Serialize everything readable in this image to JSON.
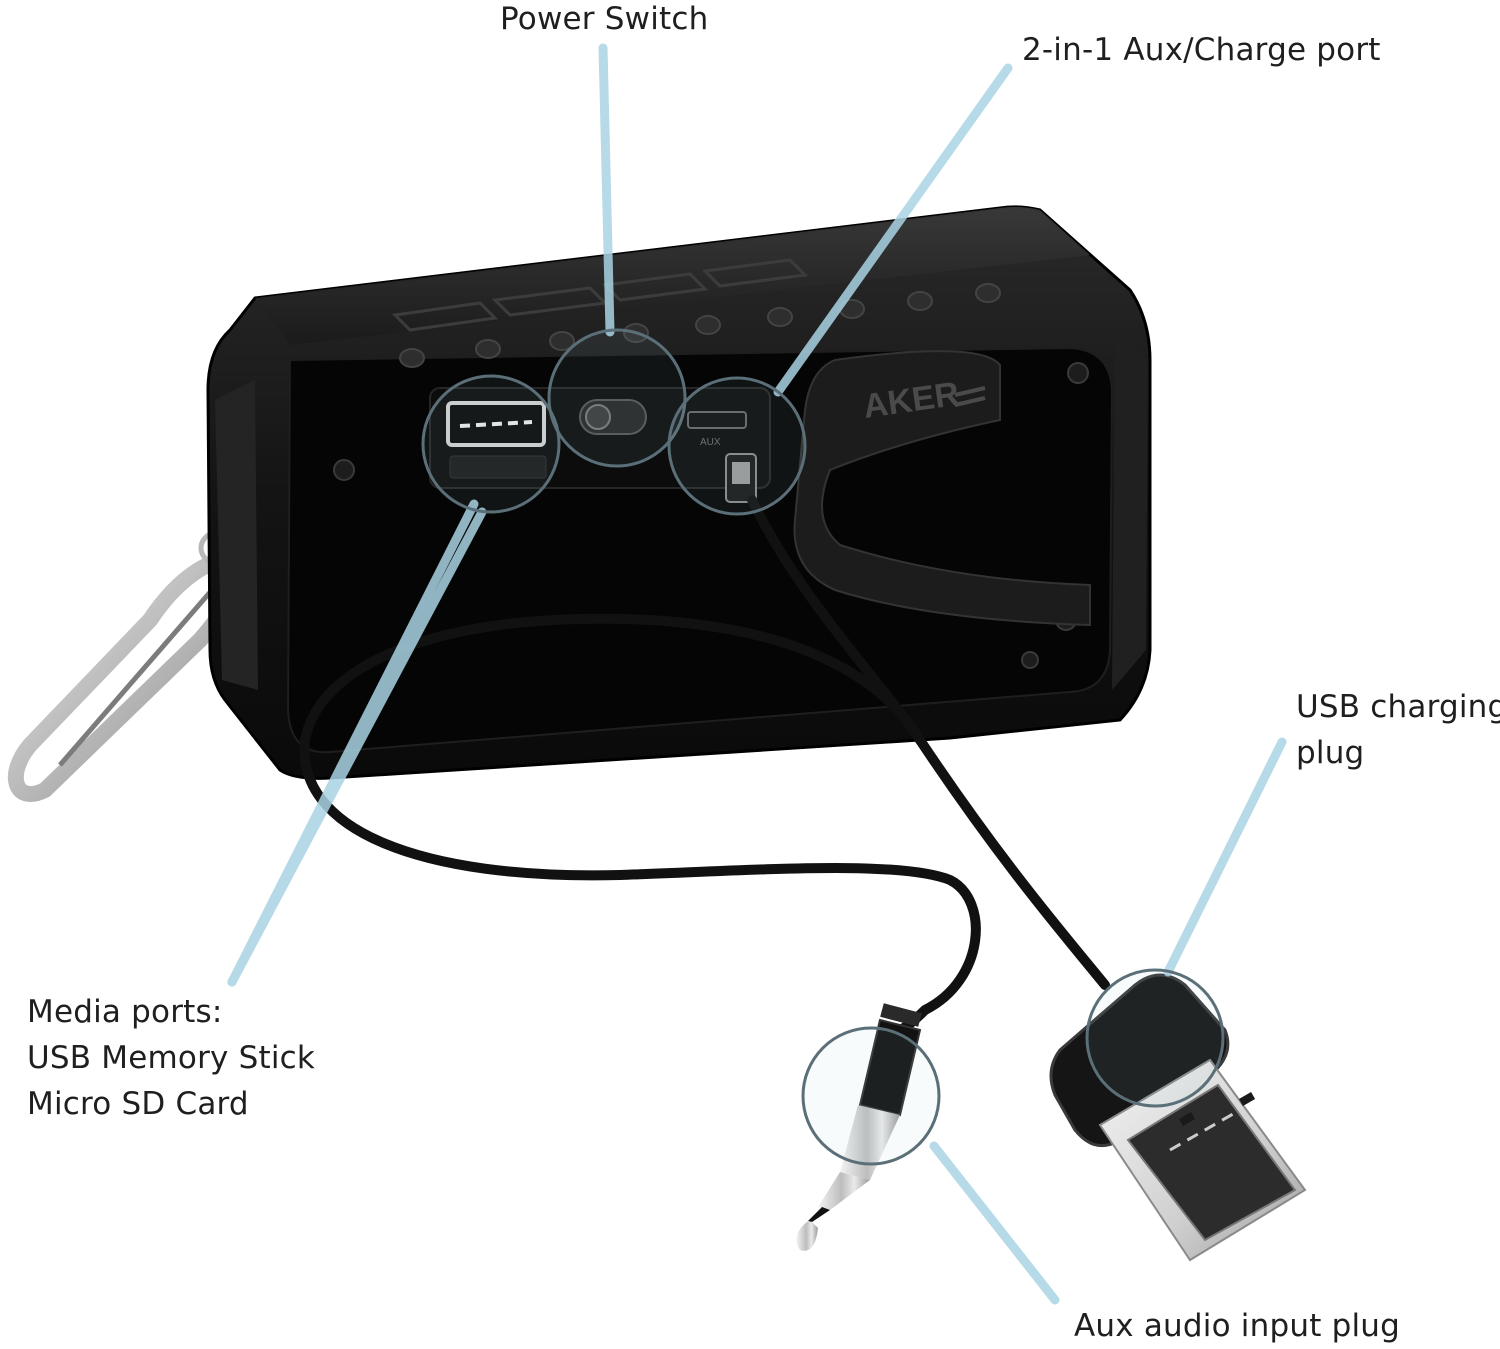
{
  "callouts": {
    "power_switch": {
      "lines": [
        "Power Switch"
      ]
    },
    "aux_charge_port": {
      "lines": [
        "2-in-1 Aux/Charge port"
      ]
    },
    "usb_charging_plug": {
      "lines": [
        "USB charging",
        "plug"
      ]
    },
    "media_ports": {
      "lines": [
        "Media ports:",
        "USB Memory Stick",
        "Micro SD Card"
      ]
    },
    "aux_audio_plug": {
      "lines": [
        "Aux audio input plug"
      ]
    }
  },
  "speaker": {
    "strap_text": "AKER",
    "port_label": "AUX"
  },
  "colors": {
    "leader_line": "#a9d3e3",
    "highlight_ring": "#5a6f78",
    "speaker_body": "#161616",
    "speaker_face": "#050505",
    "cable": "#111111",
    "metal": "#c7c7c7"
  }
}
